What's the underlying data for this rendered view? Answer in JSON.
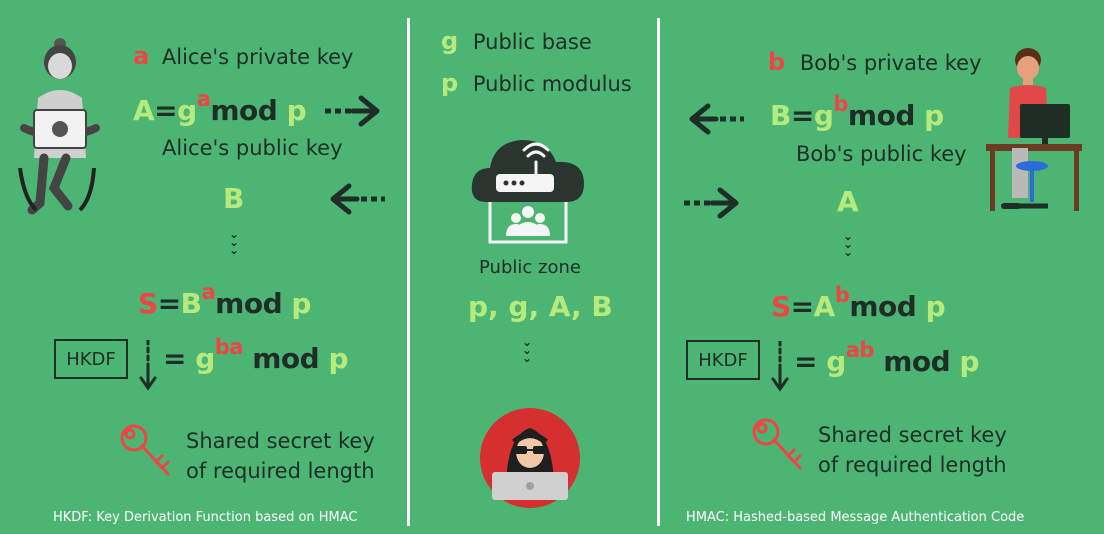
{
  "colors": {
    "background": "#4db574",
    "lightgreen": "#b7ea7d",
    "red": "#ef4444",
    "dark": "#1f2d27",
    "white": "#ffffff"
  },
  "alice": {
    "private_symbol": "a",
    "private_label": "Alice's private key",
    "public_label": "Alice's public key",
    "public_eq": {
      "lhs": "A",
      "eq": "=",
      "base": "g",
      "exp": "a",
      "mod": "mod",
      "m": "p"
    },
    "received": "B",
    "secret_eq": {
      "lhs": "S",
      "eq": "=",
      "base": "B",
      "exp": "a",
      "mod": "mod",
      "m": "p"
    },
    "hkdf_eq": {
      "eq": "=",
      "base": "g",
      "exp": "ba",
      "mod": "mod",
      "m": "p"
    },
    "hkdf_label": "HKDF",
    "shared_line1": "Shared secret key",
    "shared_line2": "of required length"
  },
  "bob": {
    "private_symbol": "b",
    "private_label": "Bob's private key",
    "public_label": "Bob's public key",
    "public_eq": {
      "lhs": "B",
      "eq": "=",
      "base": "g",
      "exp": "b",
      "mod": "mod",
      "m": "p"
    },
    "received": "A",
    "secret_eq": {
      "lhs": "S",
      "eq": "=",
      "base": "A",
      "exp": "b",
      "mod": "mod",
      "m": "p"
    },
    "hkdf_eq": {
      "eq": "=",
      "base": "g",
      "exp": "ab",
      "mod": "mod",
      "m": "p"
    },
    "hkdf_label": "HKDF",
    "shared_line1": "Shared secret key",
    "shared_line2": "of required length"
  },
  "public": {
    "g_symbol": "g",
    "g_label": "Public base",
    "p_symbol": "p",
    "p_label": "Public modulus",
    "zone_label": "Public zone",
    "values": "p, g, A, B"
  },
  "footer": {
    "left": "HKDF: Key Derivation Function based on HMAC",
    "right": "HMAC: Hashed-based Message Authentication Code"
  }
}
